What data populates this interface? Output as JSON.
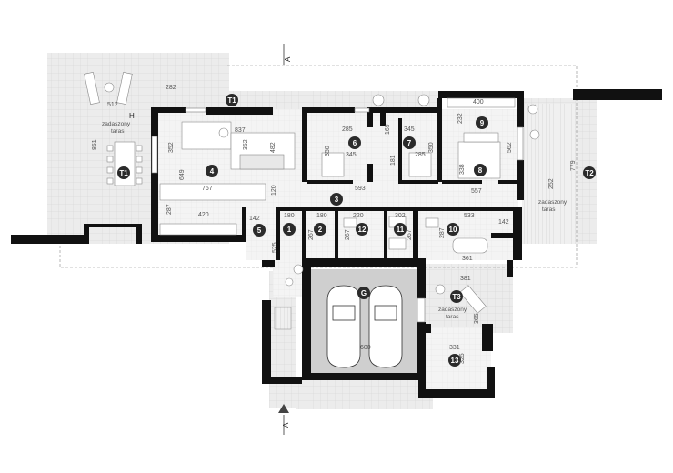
{
  "rooms": [
    {
      "id": "r1",
      "label": "1"
    },
    {
      "id": "r2",
      "label": "2"
    },
    {
      "id": "r3",
      "label": "3"
    },
    {
      "id": "r4",
      "label": "4"
    },
    {
      "id": "r5",
      "label": "5"
    },
    {
      "id": "r6",
      "label": "6"
    },
    {
      "id": "r7",
      "label": "7"
    },
    {
      "id": "r8",
      "label": "8"
    },
    {
      "id": "r9",
      "label": "9"
    },
    {
      "id": "r10",
      "label": "10"
    },
    {
      "id": "r11",
      "label": "11"
    },
    {
      "id": "r12",
      "label": "12"
    },
    {
      "id": "r13",
      "label": "13"
    },
    {
      "id": "garage",
      "label": "G"
    },
    {
      "id": "t1a",
      "label": "T1"
    },
    {
      "id": "t1b",
      "label": "T1"
    },
    {
      "id": "t2",
      "label": "T2"
    },
    {
      "id": "t3",
      "label": "T3"
    }
  ],
  "terrace_labels": {
    "t1_line1": "zadaszony",
    "t1_line2": "taras",
    "t2_line1": "zadaszony",
    "t2_line2": "taras",
    "t3_line1": "zadaszony",
    "t3_line2": "taras"
  },
  "marker_h": "H",
  "section_marks": {
    "top": "A",
    "bottom": "A"
  },
  "dimensions": {
    "d512": "512",
    "d282": "282",
    "d851": "851",
    "d837": "837",
    "d352a": "352",
    "d482": "482",
    "d352b": "352",
    "d649": "649",
    "d767": "767",
    "d120": "120",
    "d593": "593",
    "d287a": "287",
    "d420": "420",
    "d142a": "142",
    "d180a": "180",
    "d180b": "180",
    "d267a": "267",
    "d220": "220",
    "d267b": "267",
    "d302": "302",
    "d287b": "287",
    "d267c": "267",
    "d533": "533",
    "d142b": "142",
    "d285a": "285",
    "d350a": "350",
    "d345a": "345",
    "d345b": "345",
    "d350b": "350",
    "d285b": "285",
    "d169": "169",
    "d181": "181",
    "d400": "400",
    "d232": "232",
    "d338": "338",
    "d557": "557",
    "d562": "562",
    "d779": "779",
    "d252": "252",
    "d361": "361",
    "d525": "525",
    "d600": "600",
    "d381": "381",
    "d365": "365",
    "d331": "331",
    "d325": "325"
  }
}
